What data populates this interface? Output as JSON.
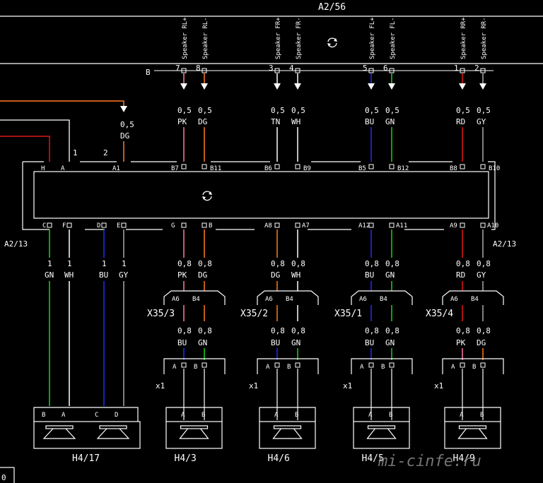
{
  "colors": {
    "background": "#000000",
    "line": "#ffffff",
    "PK": "#ff77aa",
    "DG": "#ff7a1a",
    "TN": "#ffffff",
    "WH": "#ffffff",
    "BU": "#1f2dff",
    "GN": "#19d619",
    "RD": "#e01515",
    "GY": "#a8a8a8"
  },
  "header": {
    "title": "A2/56"
  },
  "radio": {
    "bus_label": "B",
    "speakers": [
      {
        "name": "Speaker RL+",
        "pin": "7",
        "size": "0,5",
        "color": "PK",
        "a13pin": "B7"
      },
      {
        "name": "Speaker RL-",
        "pin": "8",
        "size": "0,5",
        "color": "DG",
        "a13pin": "B11"
      },
      {
        "name": "Speaker FR+",
        "pin": "3",
        "size": "0,5",
        "color": "TN",
        "a13pin": "B6"
      },
      {
        "name": "Speaker FR-",
        "pin": "4",
        "size": "0,5",
        "color": "WH",
        "a13pin": "B9"
      },
      {
        "name": "Speaker FL+",
        "pin": "5",
        "size": "0,5",
        "color": "BU",
        "a13pin": "B5"
      },
      {
        "name": "Speaker FL-",
        "pin": "6",
        "size": "0,5",
        "color": "GN",
        "a13pin": "B12"
      },
      {
        "name": "Speaker RR+",
        "pin": "1",
        "size": "0,5",
        "color": "RD",
        "a13pin": "B8"
      },
      {
        "name": "Speaker RR-",
        "pin": "2",
        "size": "0,5",
        "color": "GY",
        "a13pin": "B10"
      }
    ]
  },
  "amp": {
    "label_left": "A2/13",
    "label_right": "A2/13",
    "conn1": "1",
    "conn2": "2",
    "top_pins_left": [
      "H",
      "A",
      "A1"
    ],
    "a1_wire": {
      "size": "0,5",
      "color": "DG"
    },
    "bottom_left": [
      {
        "pin": "C",
        "size": "1",
        "color": "GN"
      },
      {
        "pin": "F",
        "size": "1",
        "color": "WH"
      },
      {
        "pin": "D",
        "size": "1",
        "color": "BU"
      },
      {
        "pin": "E",
        "size": "1",
        "color": "GY"
      }
    ],
    "bottom_groups": [
      {
        "pins": [
          "G",
          "B"
        ],
        "wires": [
          {
            "size": "0,8",
            "color": "PK"
          },
          {
            "size": "0,8",
            "color": "DG"
          }
        ]
      },
      {
        "pins": [
          "A8",
          "A7"
        ],
        "wires": [
          {
            "size": "0,8",
            "color": "DG"
          },
          {
            "size": "0,8",
            "color": "WH"
          }
        ]
      },
      {
        "pins": [
          "A12",
          "A11"
        ],
        "wires": [
          {
            "size": "0,8",
            "color": "BU"
          },
          {
            "size": "0,8",
            "color": "GN"
          }
        ]
      },
      {
        "pins": [
          "A9",
          "A10"
        ],
        "wires": [
          {
            "size": "0,8",
            "color": "RD"
          },
          {
            "size": "0,8",
            "color": "GY"
          }
        ]
      }
    ]
  },
  "junctions": [
    {
      "name": "X35/3",
      "pins": [
        "A6",
        "B4"
      ],
      "wires": [
        {
          "size": "0,8",
          "color": "BU"
        },
        {
          "size": "0,8",
          "color": "GN"
        }
      ],
      "x1": "x1",
      "spk": "H4/3"
    },
    {
      "name": "X35/2",
      "pins": [
        "A6",
        "B4"
      ],
      "wires": [
        {
          "size": "0,8",
          "color": "BU"
        },
        {
          "size": "0,8",
          "color": "GN"
        }
      ],
      "x1": "x1",
      "spk": "H4/6"
    },
    {
      "name": "X35/1",
      "pins": [
        "A6",
        "B4"
      ],
      "wires": [
        {
          "size": "0,8",
          "color": "BU"
        },
        {
          "size": "0,8",
          "color": "GN"
        }
      ],
      "x1": "x1",
      "spk": "H4/5"
    },
    {
      "name": "X35/4",
      "pins": [
        "A6",
        "B4"
      ],
      "wires": [
        {
          "size": "0,8",
          "color": "PK"
        },
        {
          "size": "0,8",
          "color": "DG"
        }
      ],
      "x1": "x1",
      "spk": "H4/9"
    }
  ],
  "plug_pins": [
    "A",
    "B"
  ],
  "speaker_pins": [
    "A",
    "B"
  ],
  "woofer": {
    "label": "H4/17",
    "pins": [
      "B",
      "A",
      "C",
      "D"
    ]
  },
  "watermark": "mi-cinfe.ru",
  "corner_label": "0",
  "icons": {
    "diagram_mark": "recycle-icon"
  }
}
